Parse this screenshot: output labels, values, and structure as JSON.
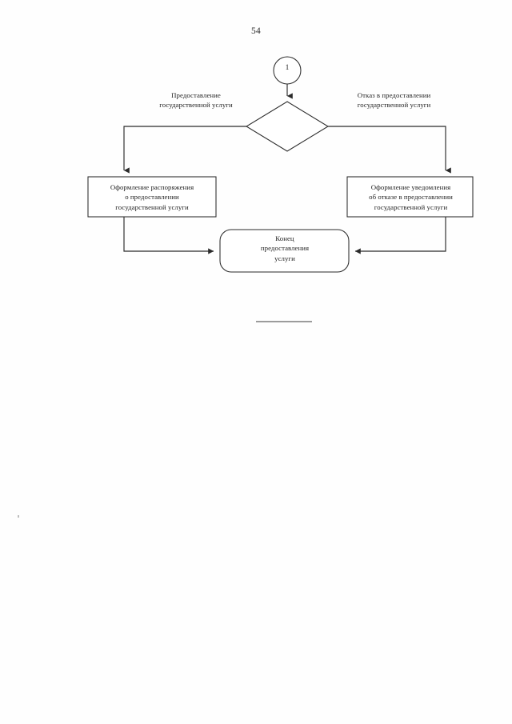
{
  "document": {
    "page_number": "54",
    "language": "ru"
  },
  "diagram": {
    "type": "flowchart",
    "connector_in": {
      "shape": "circle",
      "label": "1"
    },
    "decision": {
      "shape": "diamond",
      "label": ""
    },
    "branch_labels": {
      "left": "Предоставление\nгосударственной услуги",
      "left_line1": "Предоставление",
      "left_line2": "государственной услуги",
      "right": "Отказ в предоставлении\nгосударственной услуги",
      "right_line1": "Отказ в предоставлении",
      "right_line2": "государственной услуги"
    },
    "nodes": [
      {
        "id": "box-left",
        "shape": "rectangle",
        "line1": "Оформление распоряжения",
        "line2": "о предоставлении",
        "line3": "государственной услуги"
      },
      {
        "id": "box-right",
        "shape": "rectangle",
        "line1": "Оформление уведомления",
        "line2": "об отказе в предоставлении",
        "line3": "государственной услуги"
      },
      {
        "id": "terminator",
        "shape": "rounded-rectangle",
        "line1": "Конец",
        "line2": "предоставления",
        "line3": "услуги"
      }
    ]
  },
  "colors": {
    "stroke": "#2a2a2a",
    "text": "#1f1f1f",
    "background": "#ffffff"
  }
}
